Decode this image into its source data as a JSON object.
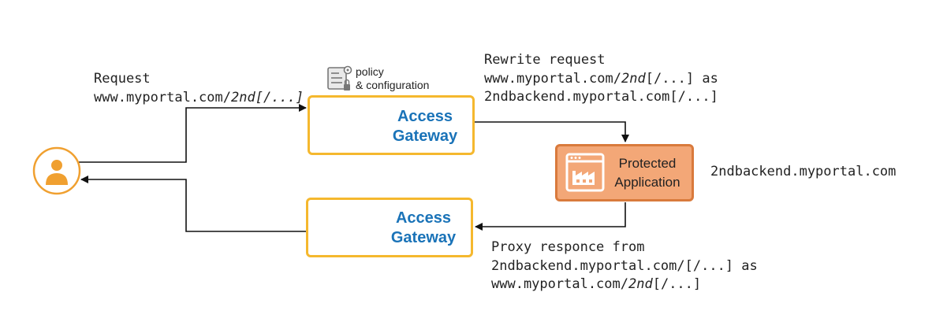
{
  "request": {
    "line1": "Request",
    "url_prefix": "www.myportal.com/",
    "url_italic": "2nd[/...]"
  },
  "policy": {
    "line1": "policy",
    "line2": "& configuration"
  },
  "gateway_top": {
    "line1": "Access",
    "line2": "Gateway"
  },
  "gateway_bottom": {
    "line1": "Access",
    "line2": "Gateway"
  },
  "rewrite": {
    "line1": "Rewrite request",
    "line2_prefix": "www.myportal.com/",
    "line2_italic": "2nd",
    "line2_suffix": "[/...] as",
    "line3": "2ndbackend.myportal.com[/...]"
  },
  "app": {
    "line1": "Protected",
    "line2": "Application"
  },
  "backend_host": "2ndbackend.myportal.com",
  "proxy": {
    "line1": "Proxy responce from",
    "line2": "2ndbackend.myportal.com/[/...] as",
    "line3_prefix": "www.myportal.com/",
    "line3_italic": "2nd",
    "line3_suffix": "[/...]"
  },
  "colors": {
    "gateway_border": "#f5b82e",
    "gateway_text": "#1a73b8",
    "app_fill": "#f3a777",
    "app_border": "#d97a3c",
    "user_orange": "#f0a030"
  },
  "icons": {
    "user": "user-icon",
    "policy": "policy-document-icon",
    "gateway": "gateway-ring-icon",
    "app": "factory-window-icon"
  }
}
